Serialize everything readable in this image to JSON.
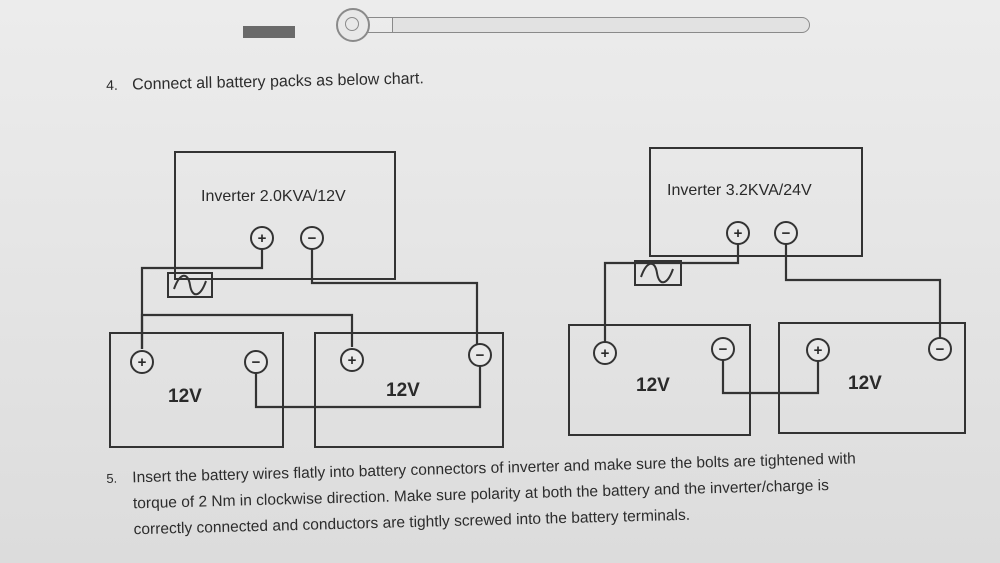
{
  "step4": {
    "number": "4.",
    "text": "Connect all battery packs as below chart."
  },
  "left_diagram": {
    "inverter_label": "Inverter 2.0KVA/12V",
    "battery_1_label": "12V",
    "battery_2_label": "12V",
    "plus_symbol": "+",
    "minus_symbol": "−"
  },
  "right_diagram": {
    "inverter_label": "Inverter 3.2KVA/24V",
    "battery_1_label": "12V",
    "battery_2_label": "12V",
    "plus_symbol": "+",
    "minus_symbol": "−"
  },
  "step5": {
    "number": "5.",
    "line1": "Insert the battery wires flatly into battery connectors of inverter and make sure the bolts are tightened with",
    "line2": "torque of 2 Nm in clockwise direction. Make sure polarity at both the battery and the inverter/charge is",
    "line3": "correctly connected and conductors are tightly screwed into the battery terminals."
  }
}
